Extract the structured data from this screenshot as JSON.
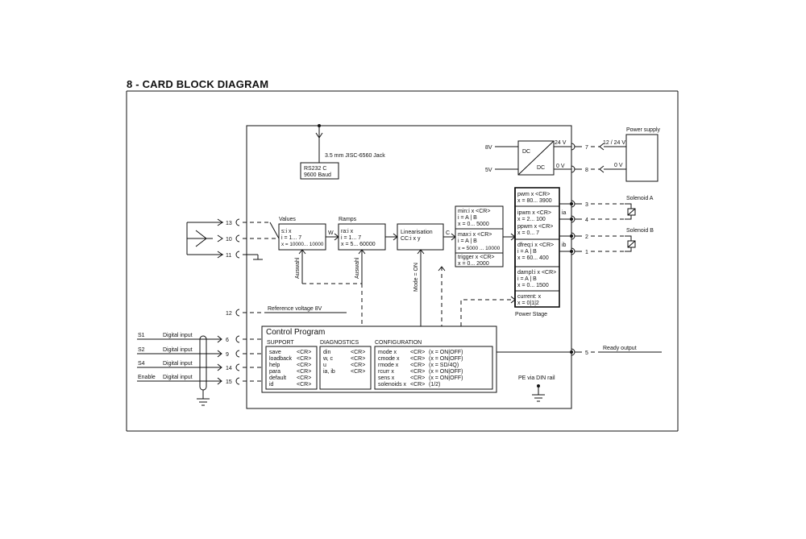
{
  "page_title": "8 - CARD BLOCK DIAGRAM",
  "rs232": {
    "jack": "3.5 mm JISC-6560 Jack",
    "line1": "RS232 C",
    "line2": "9600 Baud"
  },
  "supply": {
    "label": "Power supply",
    "v24": "12 / 24 V",
    "v0": "0 V",
    "dc_in": "DC",
    "dc_out": "DC",
    "v8": "8V",
    "v5": "5V",
    "out24": "24 V",
    "out0": "0 V",
    "pin7": "7",
    "pin8": "8"
  },
  "inputs_left": {
    "pin13": "13",
    "pin10": "10",
    "pin11": "11"
  },
  "values_block": {
    "title": "Values",
    "l1": "s:i x",
    "l2": "i = 1... 7",
    "l3": "x = 10000... 10000",
    "out": "W"
  },
  "ramps_block": {
    "title": "Ramps",
    "l1": "ra:i x",
    "l2": "i = 1... 7",
    "l3": "x = 5... 60000"
  },
  "lin_block": {
    "l1": "Linearisation",
    "l2": "CC:i x y",
    "out": "C"
  },
  "minmax_block": {
    "a1": "min:i x <CR>",
    "a2": "i = A | B",
    "a3": "x = 0... 5000",
    "b1": "max:i x <CR>",
    "b2": "i = A | B",
    "b3": "x = 5000 ... 10000",
    "c1": "trigger x <CR>",
    "c2": "x = 0... 2000"
  },
  "power_stage": {
    "label": "Power Stage",
    "p1": "pwm x <CR>",
    "p2": "x = 80... 3900",
    "p3": "ipwm x <CR>",
    "p4": "x = 2... 100",
    "p5": "ppwm x <CR>",
    "p6": "x = 0... 7",
    "p7": "dfreq:i x <CR>",
    "p8": "i = A | B",
    "p9": "x = 60... 400",
    "p10": "dampl:i x <CR>",
    "p11": "i = A | B",
    "p12": "x = 0... 1500",
    "p13": "current: x",
    "p14": "x = 0|1|2",
    "ia": "ia",
    "ib": "ib"
  },
  "outputs_right": {
    "pin3": "3",
    "pin4": "4",
    "pin2": "2",
    "pin1": "1",
    "pin5": "5",
    "solA": "Solenoid A",
    "solB": "Solenoid B",
    "ready": "Ready output"
  },
  "auswahl1": "Auswahl",
  "auswahl2": "Auswahl",
  "mode_on": "Mode = ON",
  "reference": {
    "pin": "12",
    "label": "Reference voltage 8V"
  },
  "digital": {
    "rows": [
      {
        "name": "S1",
        "label": "Digital input",
        "pin": "6"
      },
      {
        "name": "S2",
        "label": "Digital input",
        "pin": "9"
      },
      {
        "name": "S4",
        "label": "Digital input",
        "pin": "14"
      },
      {
        "name": "Enable",
        "label": "Digital input",
        "pin": "15"
      }
    ]
  },
  "control": {
    "title": "Control Program",
    "support_h": "SUPPORT",
    "diag_h": "DIAGNOSTICS",
    "config_h": "CONFIGURATION",
    "support": [
      [
        "save",
        "<CR>"
      ],
      [
        "loadback",
        "<CR>"
      ],
      [
        "help",
        "<CR>"
      ],
      [
        "para",
        "<CR>"
      ],
      [
        "default",
        "<CR>"
      ],
      [
        "id",
        "<CR>"
      ]
    ],
    "diag": [
      [
        "din",
        "<CR>"
      ],
      [
        "w, c",
        "<CR>"
      ],
      [
        "u",
        "<CR>"
      ],
      [
        "ia, ib",
        "<CR>"
      ]
    ],
    "config": [
      [
        "mode x",
        "<CR>",
        "(x = ON|OFF)"
      ],
      [
        "cmode x",
        "<CR>",
        "(x = ON|OFF)"
      ],
      [
        "rmode x",
        "<CR>",
        "(x = SD/4Q)"
      ],
      [
        "rcurr x",
        "<CR>",
        "(x = ON|OFF)"
      ],
      [
        "sens x",
        "<CR>",
        "(x = ON|OFF)"
      ],
      [
        "solenoids x",
        "<CR>",
        "(1/2)"
      ]
    ]
  },
  "pe": "PE via DIN rail"
}
